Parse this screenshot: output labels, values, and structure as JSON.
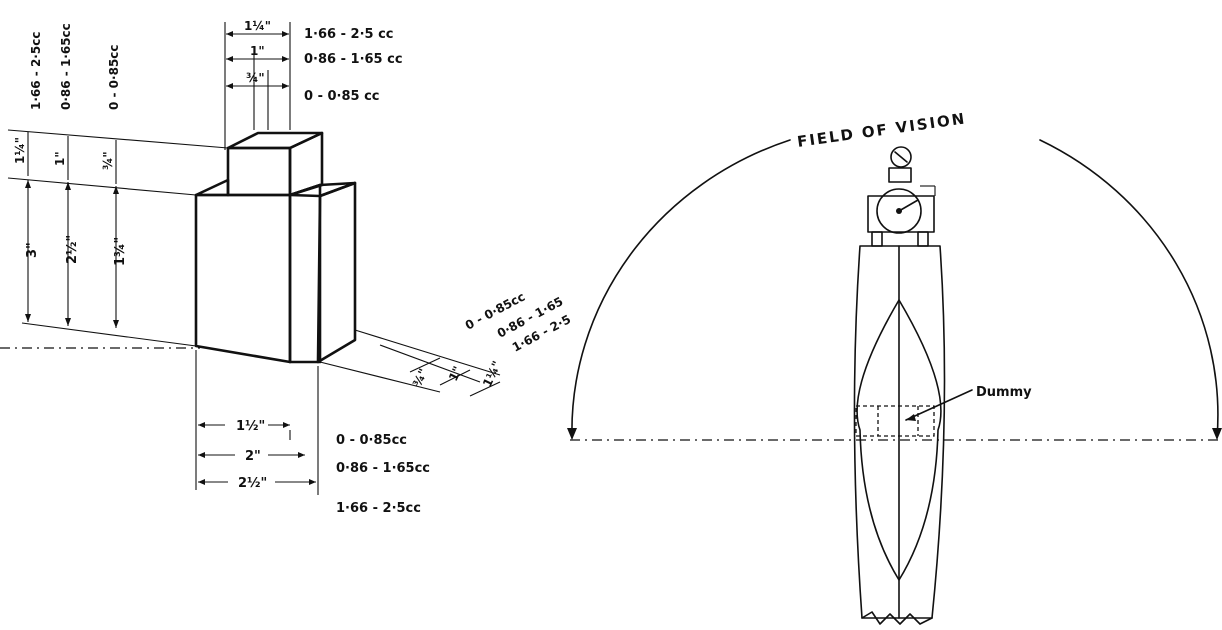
{
  "top_dims": {
    "widths": [
      "1¼\"",
      "1\"",
      "¾\""
    ],
    "ranges": [
      "1·66 - 2·5 cc",
      "0·86 - 1·65 cc",
      "0 - 0·85 cc"
    ]
  },
  "left_vertical_ranges": [
    "1·66 - 2·5cc",
    "0·86 - 1·65cc",
    "0 - 0·85cc"
  ],
  "left_top_dims": [
    "1¼\"",
    "1\"",
    "¾\""
  ],
  "left_heights": [
    "3\"",
    "2½\"",
    "1¾\""
  ],
  "right_dims": {
    "depths": [
      "¾\"",
      "1\"",
      "1¼\""
    ],
    "ranges": [
      "0 - 0·85cc",
      "0·86 - 1·65",
      "1·66 - 2·5"
    ]
  },
  "bottom_dims": {
    "widths": [
      "1½\"",
      "2\"",
      "2½\""
    ],
    "ranges": [
      "0 - 0·85cc",
      "0·86 - 1·65cc",
      "1·66 - 2·5cc"
    ]
  },
  "field_label": "FIELD OF VISION",
  "dummy_label": "Dummy"
}
